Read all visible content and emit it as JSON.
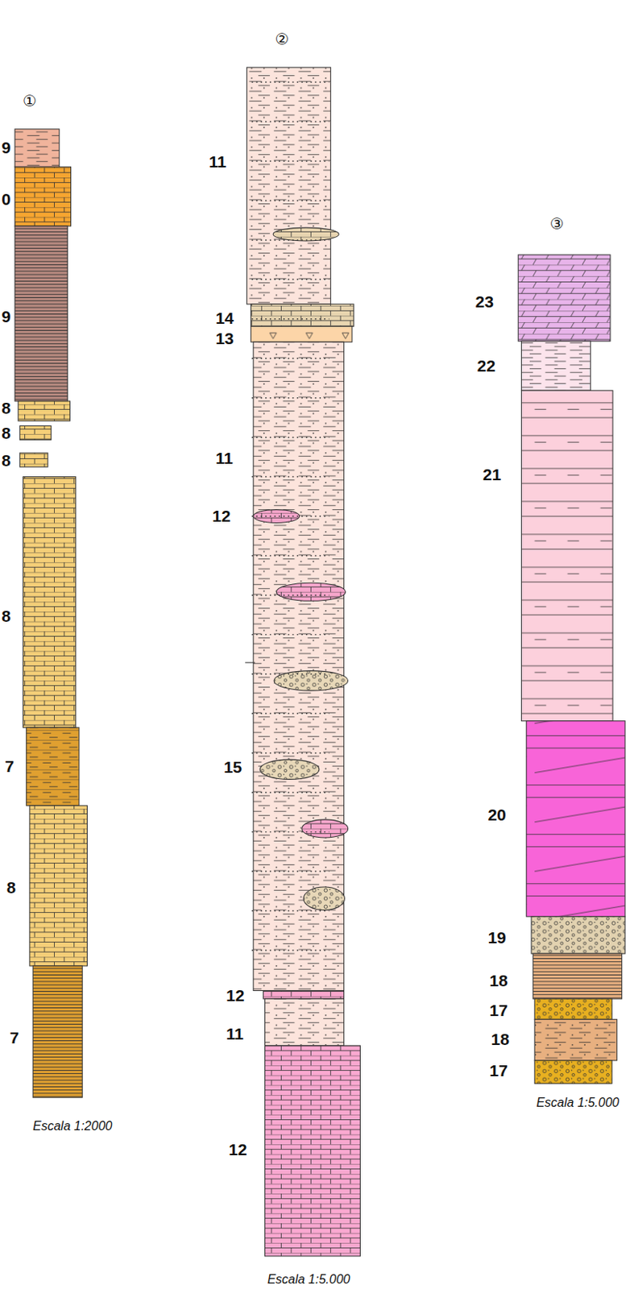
{
  "diagram": {
    "labels": [
      "①",
      "9",
      "0",
      "9",
      "8",
      "8",
      "8",
      "8",
      "7",
      "8",
      "7",
      "Escala 1:2000",
      "②",
      "11",
      "14",
      "13",
      "11",
      "12",
      "15",
      "12",
      "11",
      "12",
      "Escala 1:5.000",
      "③",
      "23",
      "22",
      "21",
      "20",
      "19",
      "18",
      "17",
      "18",
      "17",
      "Escala 1:5.000"
    ]
  }
}
